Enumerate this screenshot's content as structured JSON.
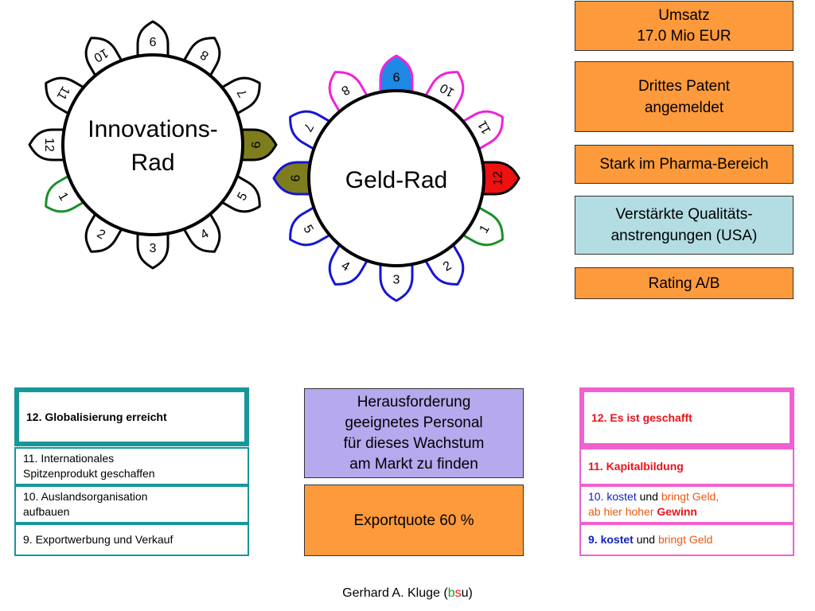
{
  "innovation_wheel": {
    "title_line1": "Innovations-",
    "title_line2": "Rad",
    "petals": [
      {
        "label": "9",
        "fill": "#ffffff",
        "stroke": "#000000"
      },
      {
        "label": "8",
        "fill": "#ffffff",
        "stroke": "#000000"
      },
      {
        "label": "7",
        "fill": "#ffffff",
        "stroke": "#000000"
      },
      {
        "label": "6",
        "fill": "#7d7d1e",
        "stroke": "#000000"
      },
      {
        "label": "5",
        "fill": "#ffffff",
        "stroke": "#000000"
      },
      {
        "label": "4",
        "fill": "#ffffff",
        "stroke": "#000000"
      },
      {
        "label": "3",
        "fill": "#ffffff",
        "stroke": "#000000"
      },
      {
        "label": "2",
        "fill": "#ffffff",
        "stroke": "#000000"
      },
      {
        "label": "1",
        "fill": "#ffffff",
        "stroke": "#1a8f2a"
      },
      {
        "label": "12",
        "fill": "#ffffff",
        "stroke": "#000000"
      },
      {
        "label": "11",
        "fill": "#ffffff",
        "stroke": "#000000"
      },
      {
        "label": "10",
        "fill": "#ffffff",
        "stroke": "#000000"
      }
    ]
  },
  "money_wheel": {
    "title": "Geld-Rad",
    "petals": [
      {
        "label": "9",
        "fill": "#1e88e5",
        "stroke": "#ee22dd"
      },
      {
        "label": "10",
        "fill": "#ffffff",
        "stroke": "#ee22dd"
      },
      {
        "label": "11",
        "fill": "#ffffff",
        "stroke": "#ee22dd"
      },
      {
        "label": "12",
        "fill": "#ee1111",
        "stroke": "#000000"
      },
      {
        "label": "1",
        "fill": "#ffffff",
        "stroke": "#1a8f2a"
      },
      {
        "label": "2",
        "fill": "#ffffff",
        "stroke": "#1515d5"
      },
      {
        "label": "3",
        "fill": "#ffffff",
        "stroke": "#1515d5"
      },
      {
        "label": "4",
        "fill": "#ffffff",
        "stroke": "#1515d5"
      },
      {
        "label": "5",
        "fill": "#ffffff",
        "stroke": "#1515d5"
      },
      {
        "label": "9",
        "fill": "#7d7d1e",
        "stroke": "#1515d5"
      },
      {
        "label": "7",
        "fill": "#ffffff",
        "stroke": "#1515d5"
      },
      {
        "label": "8",
        "fill": "#ffffff",
        "stroke": "#ee22dd"
      }
    ]
  },
  "right_boxes": {
    "umsatz_line1": "Umsatz",
    "umsatz_line2": "17.0 Mio EUR",
    "patent_line1": "Drittes Patent",
    "patent_line2": "angemeldet",
    "pharma": "Stark im Pharma-Bereich",
    "quality_line1": "Verstärkte Qualitäts-",
    "quality_line2": "anstrengungen (USA)",
    "rating": "Rating A/B"
  },
  "left_table": {
    "row12": "12. Globalisierung erreicht",
    "row11_line1": "11. Internationales",
    "row11_line2": "Spitzenprodukt geschaffen",
    "row10_line1": "10. Auslandsorganisation",
    "row10_line2": "aufbauen",
    "row9": "9. Exportwerbung und Verkauf"
  },
  "center_boxes": {
    "challenge_line1": "Herausforderung",
    "challenge_line2": "geeignetes Personal",
    "challenge_line3": "für dieses Wachstum",
    "challenge_line4": "am Markt zu finden",
    "export": "Exportquote 60 %"
  },
  "right_table": {
    "row12": "12. Es ist geschafft",
    "row11": "11. Kapitalbildung",
    "row10_kostet": "10. kostet",
    "row10_und": "und",
    "row10_bringt": "bringt Geld,",
    "row10_ab": "ab hier hoher",
    "row10_gewinn": "Gewinn",
    "row9_kostet": "9. kostet",
    "row9_und": "und",
    "row9_bringt": "bringt Geld"
  },
  "footer": {
    "name": "Gerhard A. Kluge (",
    "b": "b",
    "s": "s",
    "u": "u",
    "close": ")"
  }
}
